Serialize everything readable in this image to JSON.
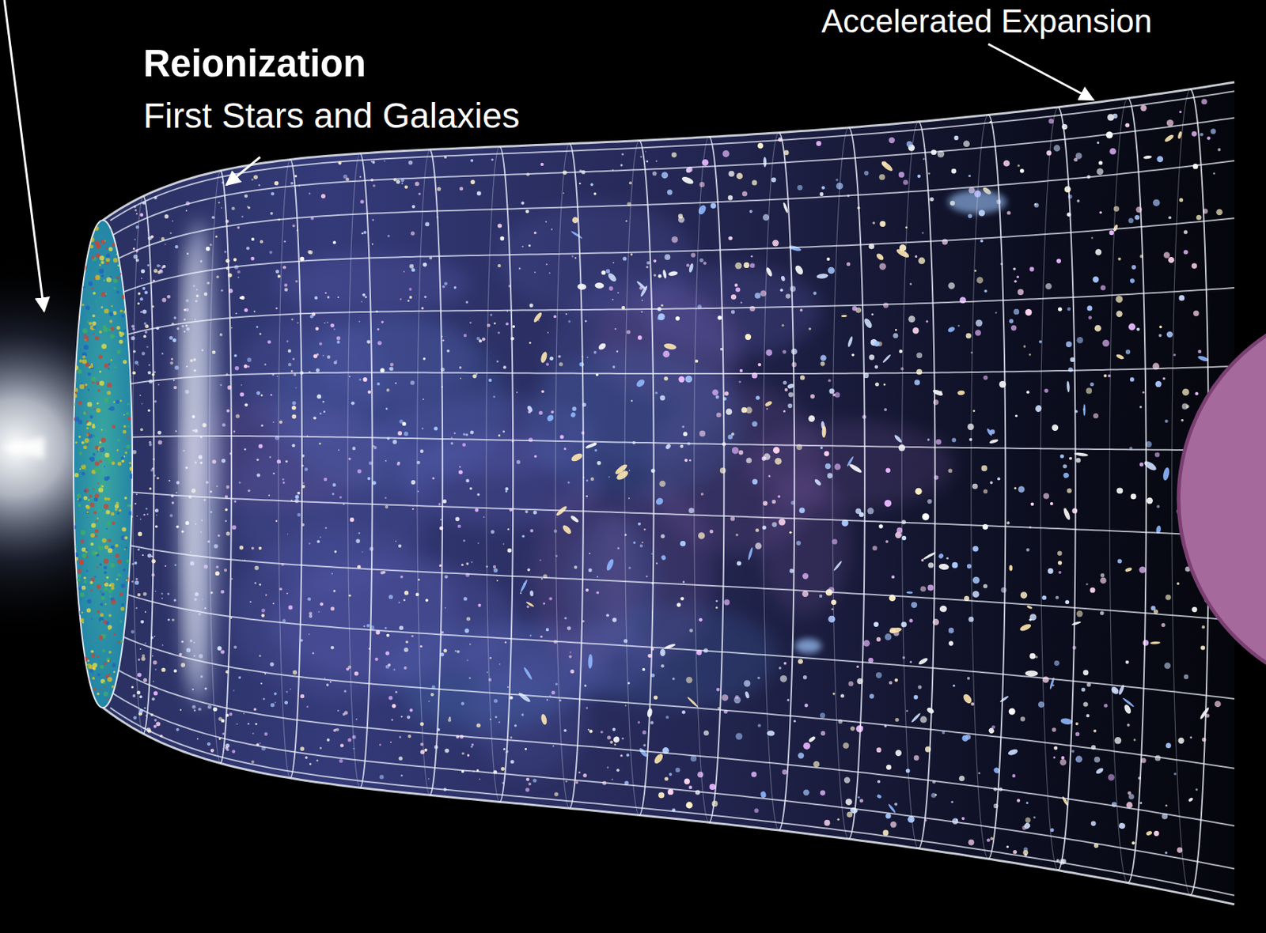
{
  "diagram": {
    "labels": [
      "Reionization",
      "First Stars and Galaxies",
      "Accelerated Expansion"
    ]
  }
}
